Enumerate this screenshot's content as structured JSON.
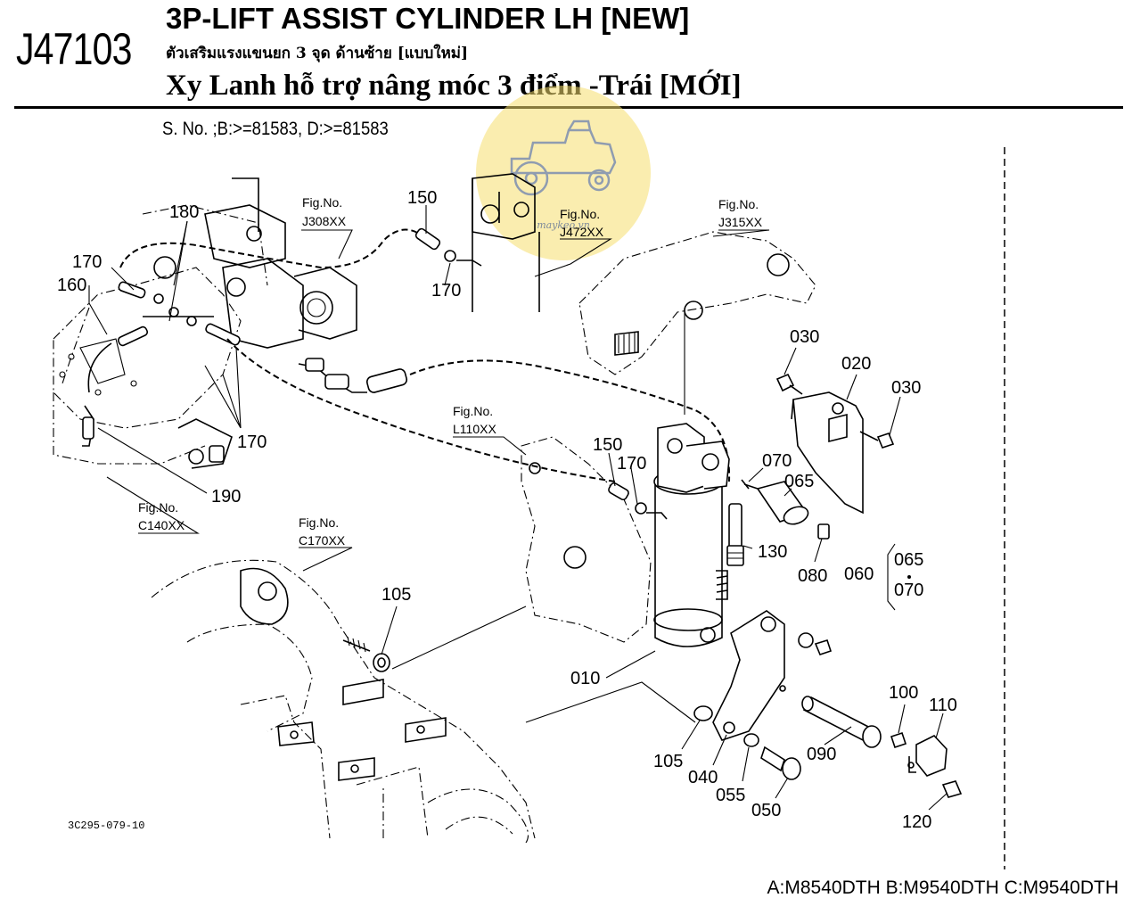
{
  "header": {
    "code": "J47103",
    "title_en": "3P-LIFT ASSIST CYLINDER LH [NEW]",
    "title_th": "ตัวเสริมแรงแขนยก 3 จุด ด้านซ้าย [แบบใหม่]",
    "title_vi": "Xy Lanh hỗ trợ nâng móc 3 điểm -Trái [MỚI]",
    "serial": "S. No. ;B:>=81583, D:>=81583"
  },
  "footer": {
    "models": "A:M8540DTH B:M9540DTH C:M9540DTH",
    "drawing_code": "3C295-079-10"
  },
  "watermark": {
    "text": "maykeo.vn",
    "color": "#f5de6e"
  },
  "figure_refs": [
    {
      "line1": "Fig.No.",
      "line2": "J308XX"
    },
    {
      "line1": "Fig.No.",
      "line2": "J472XX"
    },
    {
      "line1": "Fig.No.",
      "line2": "J315XX"
    },
    {
      "line1": "Fig.No.",
      "line2": "L110XX"
    },
    {
      "line1": "Fig.No.",
      "line2": "C140XX"
    },
    {
      "line1": "Fig.No.",
      "line2": "C170XX"
    }
  ],
  "callouts": {
    "c180": "180",
    "c150a": "150",
    "c170a": "170",
    "c160": "160",
    "c170b": "170",
    "c170c": "170",
    "c190": "190",
    "c150b": "150",
    "c170d": "170",
    "c030a": "030",
    "c020": "020",
    "c030b": "030",
    "c070a": "070",
    "c065a": "065",
    "c130": "130",
    "c080": "080",
    "c060": "060",
    "c065b": "065",
    "c070b": "070",
    "c105a": "105",
    "c010": "010",
    "c100": "100",
    "c110": "110",
    "c090": "090",
    "c105b": "105",
    "c040": "040",
    "c055": "055",
    "c050": "050",
    "c120": "120"
  }
}
